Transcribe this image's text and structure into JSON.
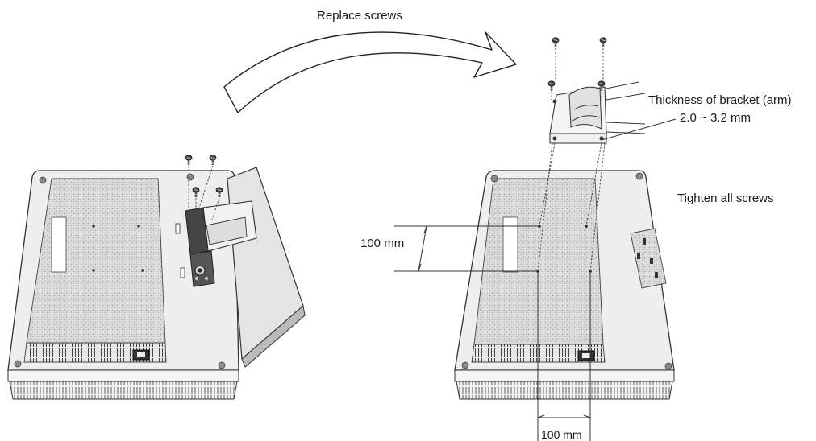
{
  "labels": {
    "replace_screws": "Replace screws",
    "thickness_title": "Thickness of bracket (arm)",
    "thickness_value": "2.0 ~ 3.2 mm",
    "tighten": "Tighten all screws",
    "spacing_vertical": "100 mm",
    "spacing_horizontal": "100 mm"
  },
  "colors": {
    "line": "#333333",
    "panel_fill": "#eeeeee",
    "texture_fill": "#d6d6d6",
    "stand_fill": "#e4e4e4",
    "dark_part": "#444444"
  }
}
